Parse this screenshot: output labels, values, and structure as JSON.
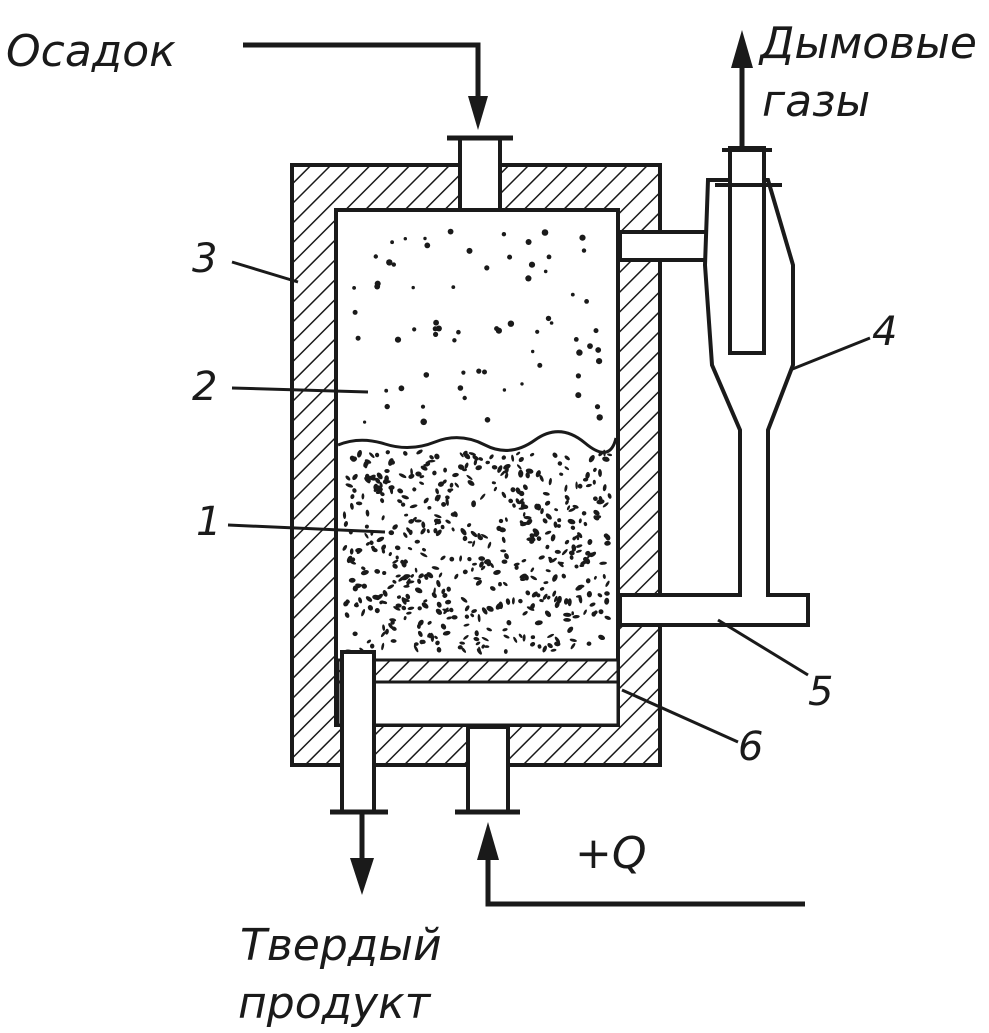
{
  "labels": {
    "sludge_in": "Осадок",
    "flue_gas_line1": "Дымовые",
    "flue_gas_line2": "газы",
    "solid_line1": "Твердый",
    "solid_line2": "продукт",
    "heat": "+Q",
    "n1": "1",
    "n2": "2",
    "n3": "3",
    "n4": "4",
    "n5": "5",
    "n6": "6"
  },
  "colors": {
    "ink": "#1a1a1a",
    "paper": "#ffffff"
  }
}
